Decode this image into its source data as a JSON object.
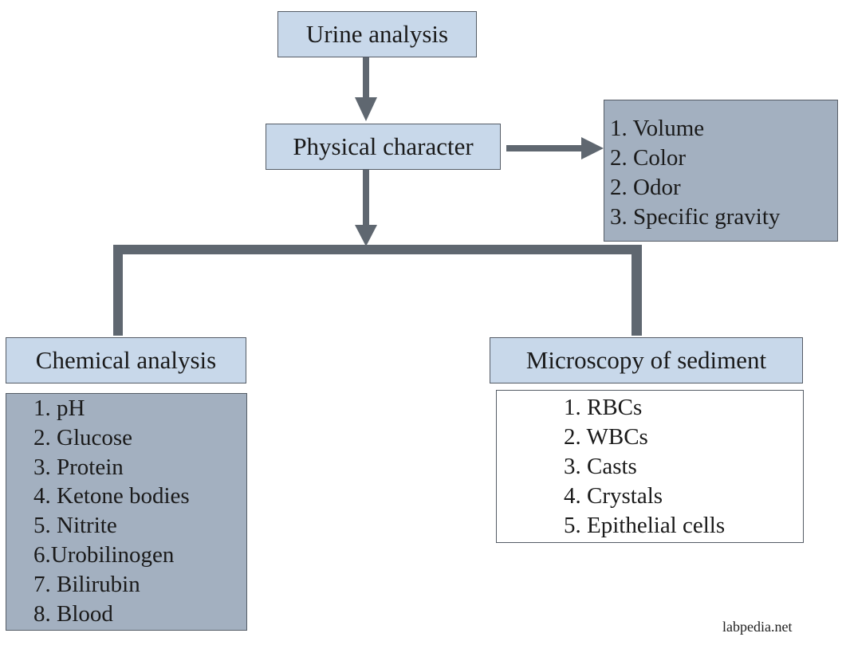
{
  "diagram": {
    "root": {
      "label": "Urine analysis"
    },
    "physical": {
      "label": "Physical character",
      "items": [
        "1. Volume",
        "2. Color",
        "2. Odor",
        "3. Specific gravity"
      ]
    },
    "chemical": {
      "label": "Chemical analysis",
      "items": [
        "1. pH",
        "2. Glucose",
        "3. Protein",
        "4. Ketone bodies",
        "5. Nitrite",
        "6.Urobilinogen",
        "7. Bilirubin",
        "8. Blood"
      ]
    },
    "microscopy": {
      "label": "Microscopy of sediment",
      "items": [
        "1. RBCs",
        "2. WBCs",
        "3. Casts",
        "4. Crystals",
        "5. Epithelial cells"
      ]
    },
    "colors": {
      "title_box": "#c8d8ea",
      "list_box": "#a3b0c0",
      "connector": "#5f6770"
    }
  },
  "watermark": "labpedia.net"
}
